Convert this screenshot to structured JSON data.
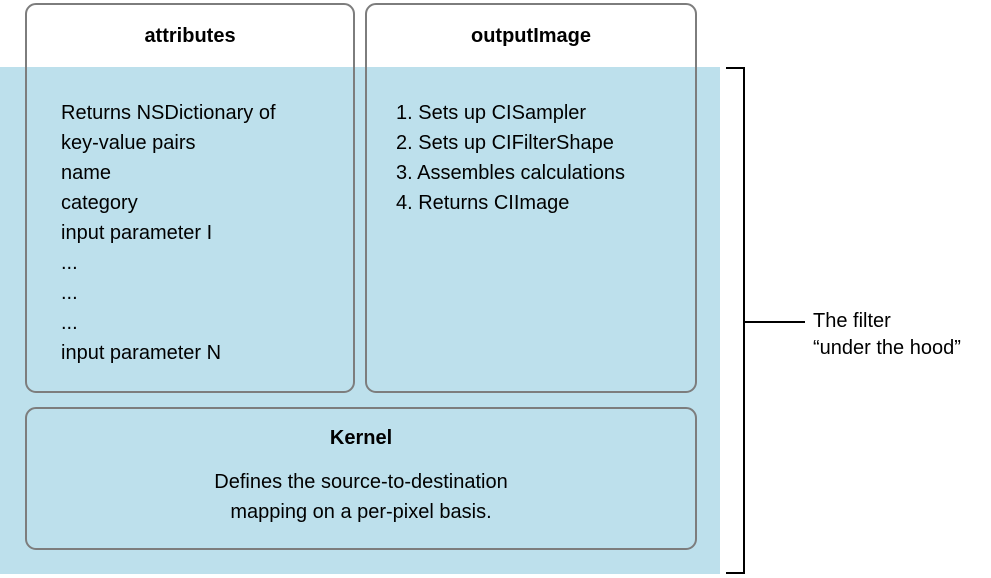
{
  "colors": {
    "panel_blue": "#bde0ec",
    "box_border": "#7d7d7d",
    "line_black": "#000000",
    "text": "#000000",
    "page_background": "#ffffff"
  },
  "boxes": {
    "attributes": {
      "title": "attributes",
      "lines": [
        "Returns NSDictionary of",
        "key-value pairs",
        "name",
        "category",
        "input parameter I",
        "...",
        "...",
        "...",
        "input parameter N"
      ]
    },
    "outputImage": {
      "title": "outputImage",
      "lines": [
        "1. Sets up CISampler",
        "2. Sets up CIFilterShape",
        "3. Assembles calculations",
        "4. Returns CIImage"
      ]
    },
    "kernel": {
      "title": "Kernel",
      "lines": [
        "Defines the source-to-destination",
        "mapping on a per-pixel basis."
      ]
    }
  },
  "bracket_label": {
    "line1": "The filter",
    "line2": "“under the hood”"
  }
}
